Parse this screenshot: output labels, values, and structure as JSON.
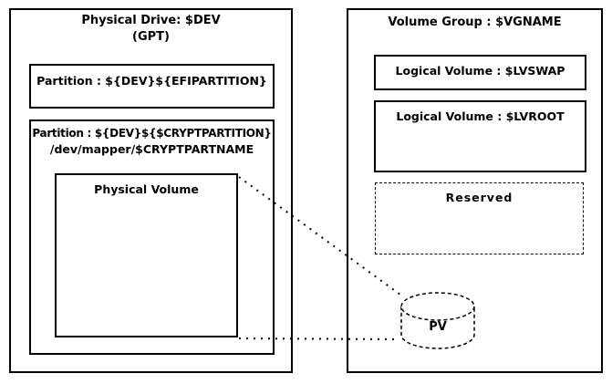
{
  "diagram": {
    "physical_drive": {
      "title": "Physical Drive: $DEV",
      "subtitle": "(GPT)",
      "efi_partition": {
        "label": "Partition : ${DEV}${EFIPARTITION}"
      },
      "crypt_partition": {
        "label_line1": "Partition : ${DEV}${$CRYPTPARTITION}",
        "label_line2": "/dev/mapper/$CRYPTPARTNAME",
        "physical_volume": {
          "label": "Physical Volume"
        }
      }
    },
    "volume_group": {
      "title": "Volume Group : $VGNAME",
      "lv_swap": {
        "label": "Logical Volume : $LVSWAP"
      },
      "lv_root": {
        "label": "Logical Volume : $LVROOT"
      },
      "reserved": {
        "label": "Reserved"
      },
      "pv_cylinder": {
        "label": "PV"
      }
    },
    "colors": {
      "border": "#000000",
      "background": "#ffffff",
      "text": "#000000"
    }
  }
}
